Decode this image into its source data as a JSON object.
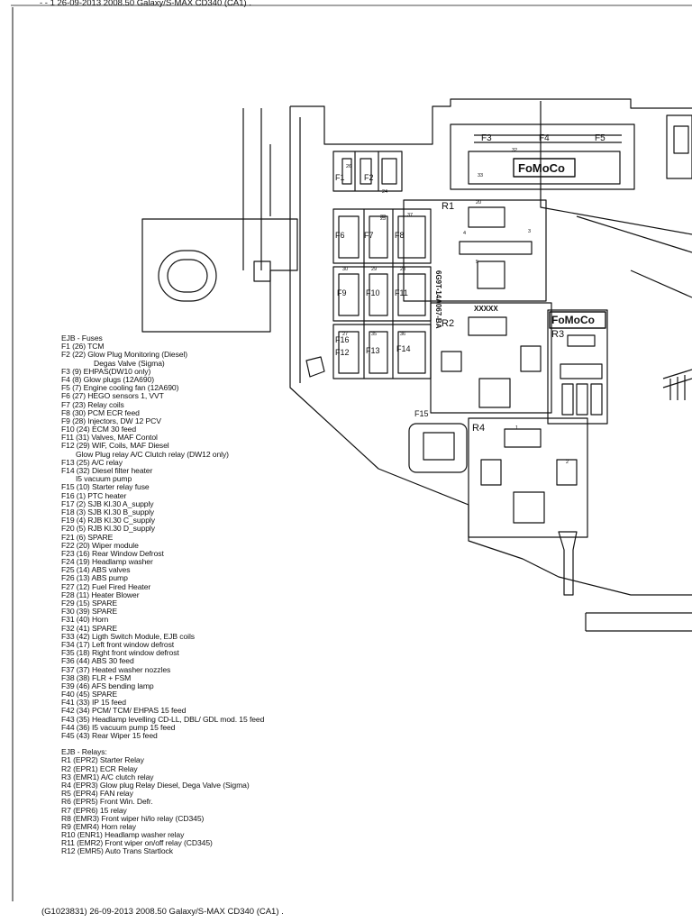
{
  "header": {
    "text": "- - 1 26-09-2013 2008.50 Galaxy/S-MAX CD340 (CA1) ."
  },
  "footer": {
    "text": "(G1023831) 26-09-2013 2008.50 Galaxy/S-MAX CD340 (CA1) ."
  },
  "diagram": {
    "brand_top": "FoMoCo",
    "brand_right": "FoMoCo",
    "fuse_labels_top": [
      "F3",
      "F4",
      "F5"
    ],
    "fuse_labels_grid": [
      "F1",
      "F2",
      "F6",
      "F7",
      "F8",
      "F9",
      "F10",
      "F11",
      "F12",
      "F13",
      "F14",
      "F15",
      "F16"
    ],
    "relay_labels": [
      "R1",
      "R2",
      "R3",
      "R4"
    ],
    "part_number": "6G9T-14A067-BA",
    "marker": "XXXXX",
    "small_numbers": [
      "33",
      "32",
      "26",
      "24",
      "23",
      "30",
      "29",
      "28",
      "27",
      "35",
      "36",
      "37",
      "22",
      "20",
      "4",
      "3",
      "5",
      "1",
      "2"
    ]
  },
  "legend": {
    "fuses_title": "EJB - Fuses",
    "fuses": [
      {
        "text": "F1 (26) TCM",
        "indent": 0
      },
      {
        "text": "F2 (22) Glow Plug Monitoring (Diesel)",
        "indent": 0
      },
      {
        "text": "Degas Valve (Sigma)",
        "indent": 2
      },
      {
        "text": "F3 (9) EHPAS(DW10 only)",
        "indent": 0
      },
      {
        "text": "F4 (8) Glow plugs (12A690)",
        "indent": 0
      },
      {
        "text": "F5 (7) Engine cooling fan (12A690)",
        "indent": 0
      },
      {
        "text": "F6 (27) HEGO sensors 1, VVT",
        "indent": 0
      },
      {
        "text": "F7 (23) Relay coils",
        "indent": 0
      },
      {
        "text": "F8 (30) PCM ECR feed",
        "indent": 0
      },
      {
        "text": "F9 (28) Injectors, DW 12 PCV",
        "indent": 0
      },
      {
        "text": "F10 (24) ECM 30 feed",
        "indent": 0
      },
      {
        "text": "F11 (31) Valves, MAF Contol",
        "indent": 0
      },
      {
        "text": "F12 (29) WIF, Coils, MAF Diesel",
        "indent": 0
      },
      {
        "text": "Glow Plug relay A/C Clutch relay (DW12 only)",
        "indent": 1
      },
      {
        "text": "F13 (25) A/C relay",
        "indent": 0
      },
      {
        "text": "F14 (32) Diesel filter heater",
        "indent": 0
      },
      {
        "text": "I5 vacuum pump",
        "indent": 1
      },
      {
        "text": "F15 (10) Starter relay fuse",
        "indent": 0
      },
      {
        "text": "F16 (1) PTC heater",
        "indent": 0
      },
      {
        "text": "F17 (2) SJB Kl.30 A_supply",
        "indent": 0
      },
      {
        "text": "F18 (3) SJB Kl.30 B_supply",
        "indent": 0
      },
      {
        "text": "F19 (4) RJB Kl.30 C_supply",
        "indent": 0
      },
      {
        "text": "F20 (5) RJB Kl.30 D_supply",
        "indent": 0
      },
      {
        "text": "F21 (6) SPARE",
        "indent": 0
      },
      {
        "text": "F22 (20) Wiper module",
        "indent": 0
      },
      {
        "text": "F23 (16) Rear Window Defrost",
        "indent": 0
      },
      {
        "text": "F24 (19) Headlamp washer",
        "indent": 0
      },
      {
        "text": "F25 (14) ABS valves",
        "indent": 0
      },
      {
        "text": "F26 (13) ABS pump",
        "indent": 0
      },
      {
        "text": "F27 (12) Fuel Fired Heater",
        "indent": 0
      },
      {
        "text": "F28 (11) Heater Blower",
        "indent": 0
      },
      {
        "text": "F29 (15) SPARE",
        "indent": 0
      },
      {
        "text": "F30 (39) SPARE",
        "indent": 0
      },
      {
        "text": "F31 (40) Horn",
        "indent": 0
      },
      {
        "text": "F32 (41) SPARE",
        "indent": 0
      },
      {
        "text": "F33 (42) Ligth Switch Module, EJB coils",
        "indent": 0
      },
      {
        "text": "F34 (17) Left front window defrost",
        "indent": 0
      },
      {
        "text": "F35 (18) Right front window defrost",
        "indent": 0
      },
      {
        "text": "F36 (44) ABS 30 feed",
        "indent": 0
      },
      {
        "text": "F37 (37) Heated washer nozzles",
        "indent": 0
      },
      {
        "text": "F38 (38) FLR + FSM",
        "indent": 0
      },
      {
        "text": "F39 (46) AFS bending lamp",
        "indent": 0
      },
      {
        "text": "F40 (45) SPARE",
        "indent": 0
      },
      {
        "text": "F41 (33) IP 15 feed",
        "indent": 0
      },
      {
        "text": "F42 (34) PCM/ TCM/ EHPAS 15 feed",
        "indent": 0
      },
      {
        "text": "F43 (35) Headlamp levelling CD-LL, DBL/ GDL mod. 15 feed",
        "indent": 0
      },
      {
        "text": "F44 (36) I5 vacuum pump 15 feed",
        "indent": 0
      },
      {
        "text": "F45 (43) Rear Wiper 15 feed",
        "indent": 0
      }
    ],
    "relays_title": "EJB - Relays:",
    "relays": [
      "R1 (EPR2) Starter Relay",
      "R2 (EPR1) ECR Relay",
      "R3 (EMR1) A/C clutch relay",
      "R4 (EPR3) Glow plug Relay Diesel, Dega Valve (Sigma)",
      "R5 (EPR4) FAN relay",
      "R6 (EPR5) Front Win. Defr.",
      "R7 (EPR6) 15 relay",
      "R8 (EMR3) Front wiper hi/lo relay (CD345)",
      "R9 (EMR4) Horn relay",
      "R10 (ENR1) Headlamp washer relay",
      "R11 (EMR2) Front wiper on/off relay (CD345)",
      "R12 (EMR5) Auto Trans Startlock"
    ]
  }
}
